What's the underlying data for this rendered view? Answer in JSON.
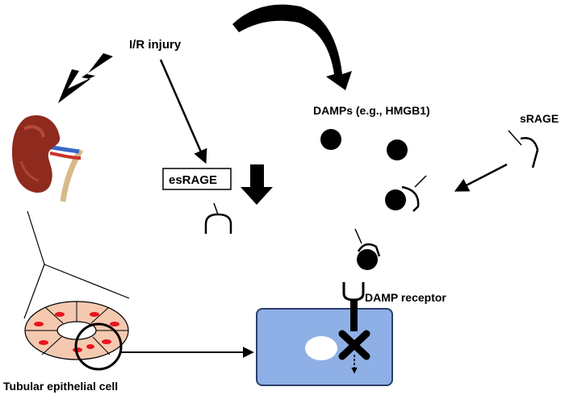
{
  "labels": {
    "ir_injury": "I/R injury",
    "damps": "DAMPs (e.g., HMGB1)",
    "srage": "sRAGE",
    "esrage": "esRAGE",
    "damp_receptor": "DAMP receptor",
    "tubular_cell": "Tubular epithelial cell"
  },
  "colors": {
    "ink": "#000000",
    "kidney": "#8f2a1e",
    "kidney_highlight": "#c45a40",
    "ureter": "#d9b98a",
    "vein": "#3a66c8",
    "artery": "#c8322a",
    "ring_tissue": "#f5c9b0",
    "nucleus_red": "#e8141e",
    "cell_fill": "#8fb0e6",
    "cell_border": "#2b3e6a",
    "nucleus_white": "#ffffff"
  },
  "icons": {
    "lightning": "lightning-bolt-icon",
    "kidney": "kidney-icon",
    "curved_arrow": "curved-arrow-icon",
    "down_arrow": "thick-down-arrow-icon",
    "block": "block-x-icon"
  }
}
